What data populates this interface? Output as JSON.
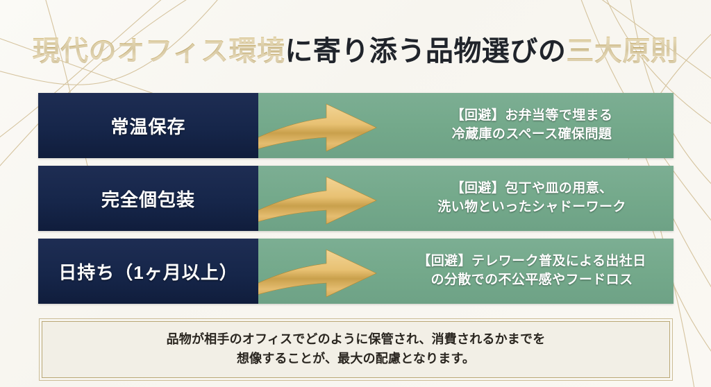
{
  "title": {
    "part1": "現代のオフィス環境",
    "part2": "に寄り添う品物選びの",
    "part3": "三大原則"
  },
  "colors": {
    "gold": "#b8a062",
    "navy": "#16264a",
    "green": "#74a98b",
    "note_bg": "#f2efe6",
    "note_border": "#b9a775"
  },
  "rows": [
    {
      "label": "常温保存",
      "desc_line1": "【回避】お弁当等で埋まる",
      "desc_line2": "冷蔵庫のスペース確保問題",
      "arrow": "curved-right-arrow"
    },
    {
      "label": "完全個包装",
      "desc_line1": "【回避】包丁や皿の用意、",
      "desc_line2": "洗い物といったシャドーワーク",
      "arrow": "curved-right-arrow"
    },
    {
      "label": "日持ち（1ヶ月以上）",
      "desc_line1": "【回避】テレワーク普及による出社日",
      "desc_line2": "の分散での不公平感やフードロス",
      "arrow": "curved-right-arrow"
    }
  ],
  "note": {
    "line1": "品物が相手のオフィスでどのように保管され、消費されるかまでを",
    "line2": "想像することが、最大の配慮となります。"
  }
}
